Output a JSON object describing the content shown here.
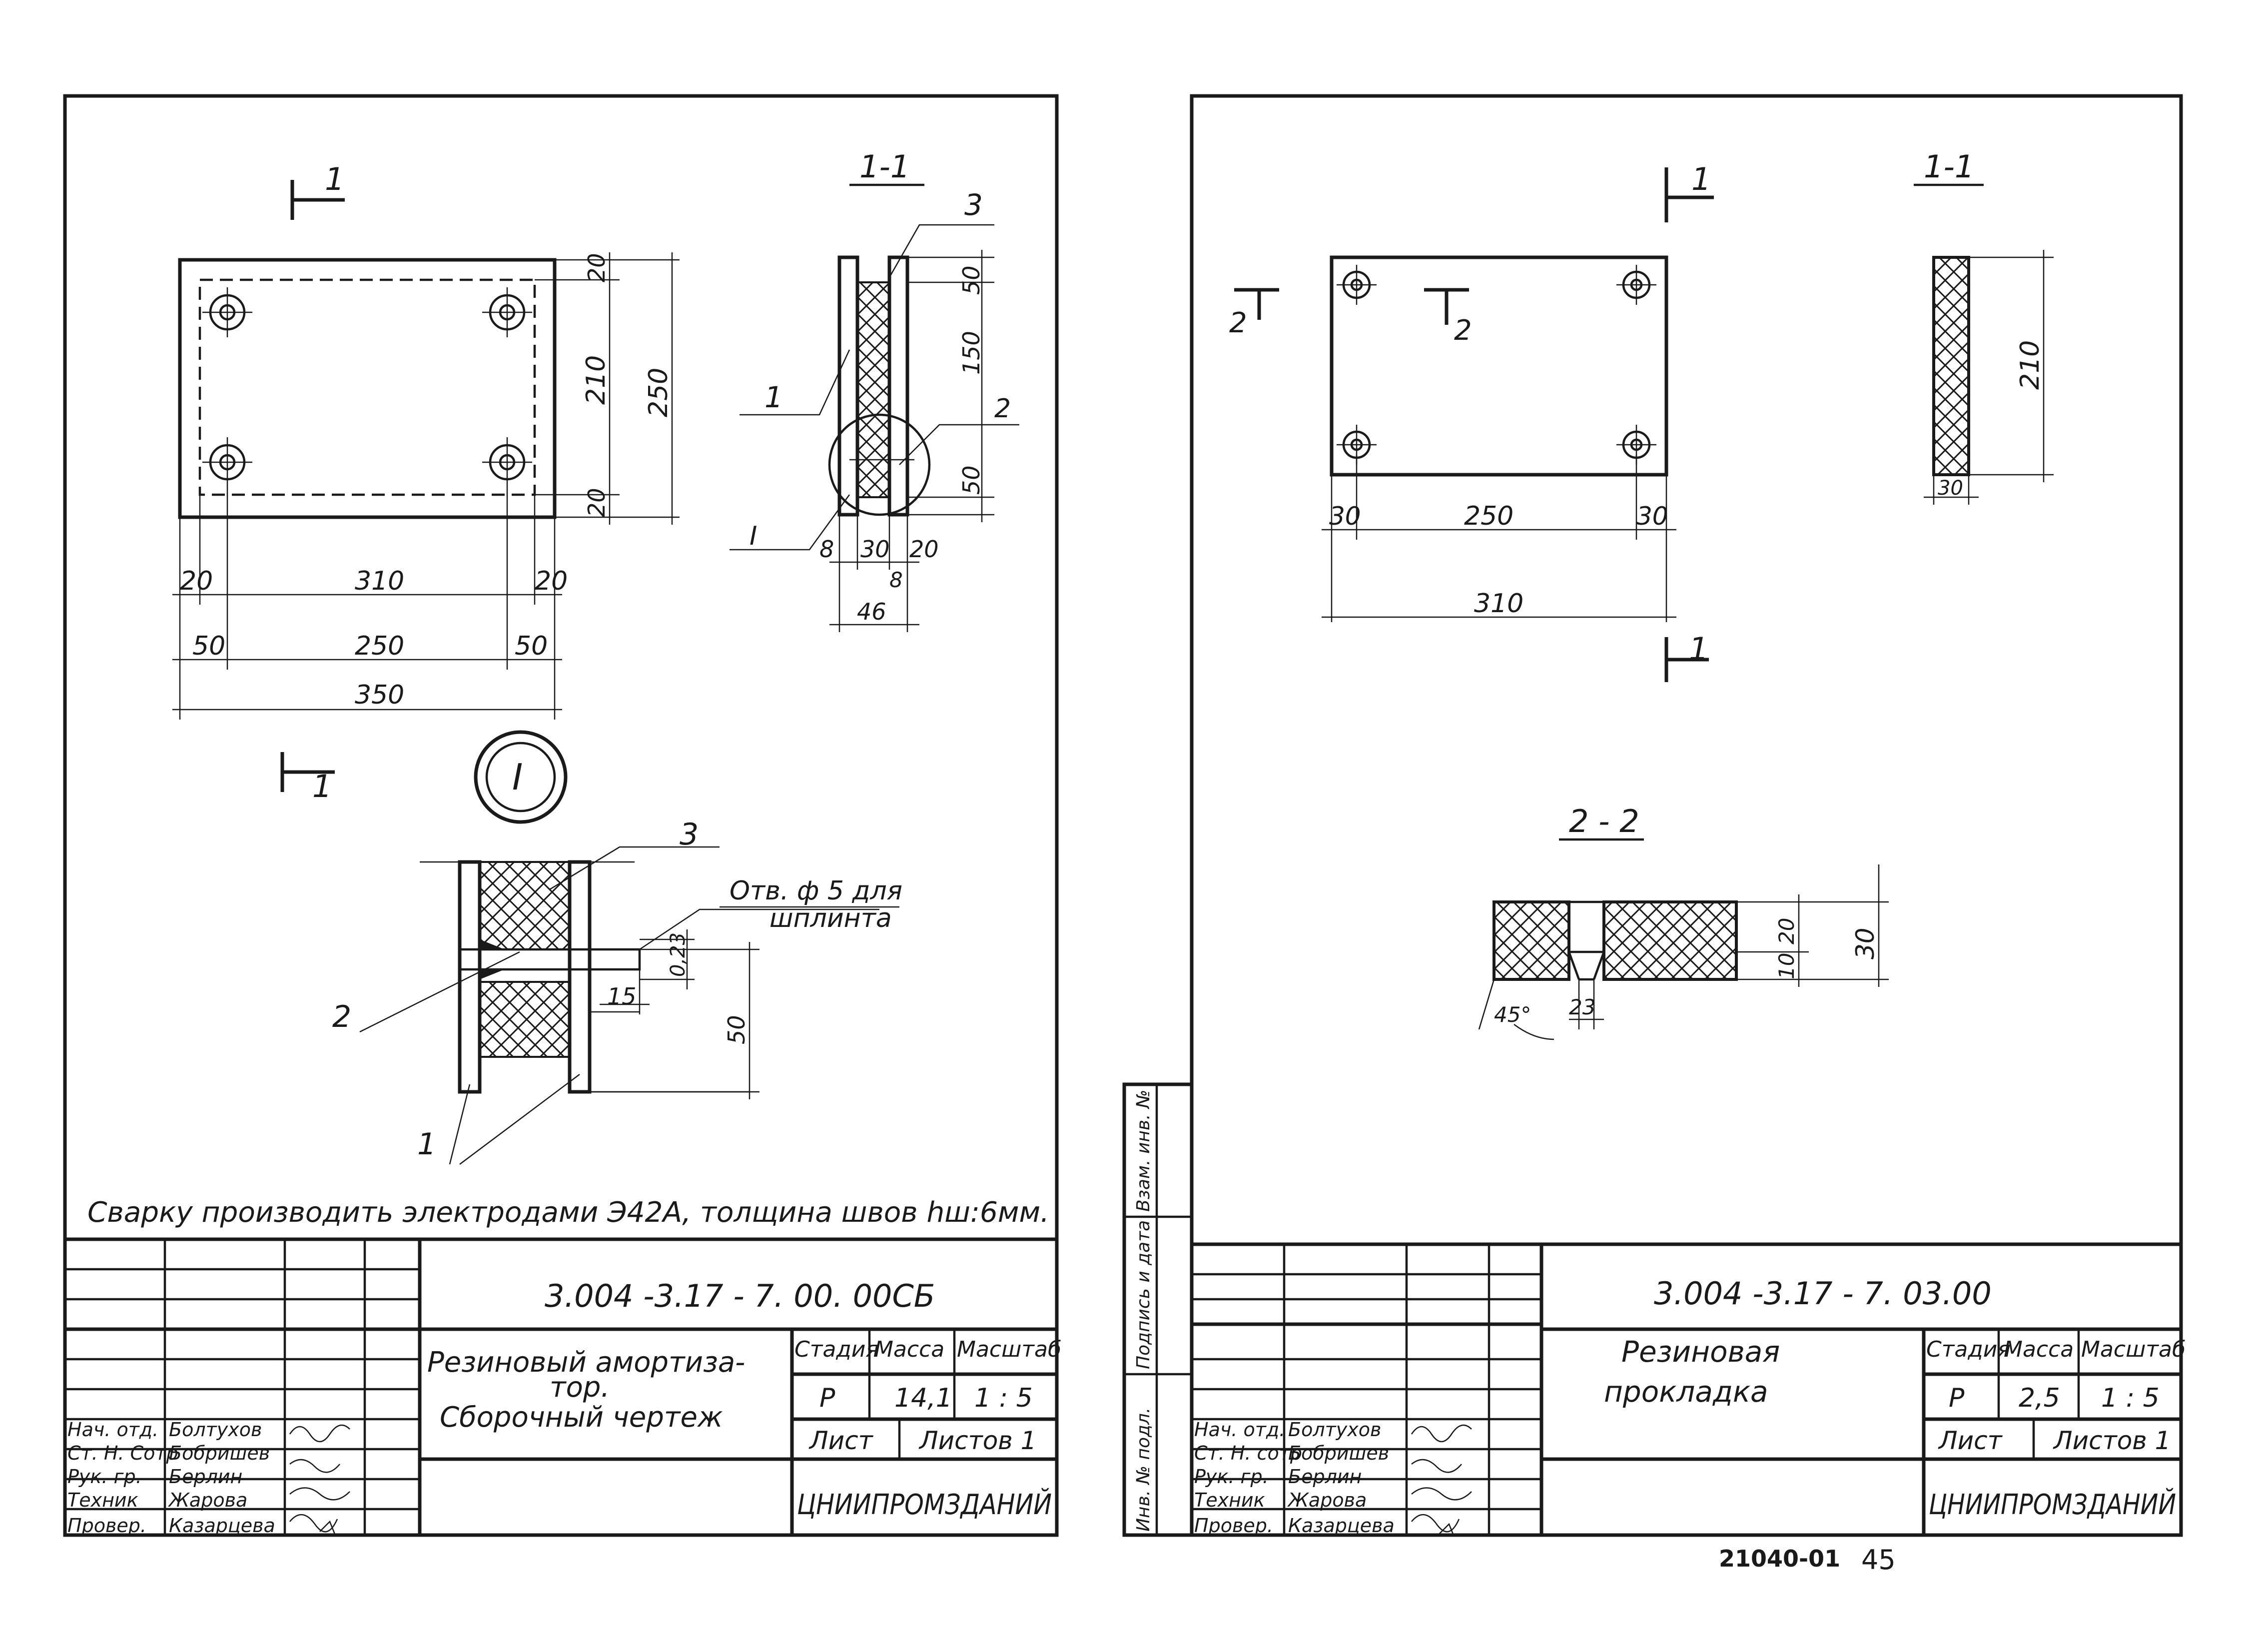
{
  "sheet_left": {
    "plan": {
      "section_mark_top": "1",
      "section_mark_bottom": "1",
      "dims": {
        "d20_left": "20",
        "d310": "310",
        "d20_right": "20",
        "d50_left": "50",
        "d250": "250",
        "d50_right": "50",
        "d350": "350",
        "v20_top": "20",
        "v210": "210",
        "v20_bottom": "20",
        "v250": "250"
      }
    },
    "section": {
      "title": "1-1",
      "labels": {
        "l1": "1",
        "l2": "2",
        "l3": "3",
        "detail": "I"
      },
      "dims": {
        "v50_top": "50",
        "v150": "150",
        "v50_bottom": "50",
        "h8": "8",
        "h30": "30",
        "h20": "20",
        "h8b": "8",
        "h46": "46"
      }
    },
    "detail": {
      "marker": "I",
      "labels": {
        "l1": "1",
        "l2": "2",
        "l3": "3"
      },
      "note_line1": "Отв. ф 5 для",
      "note_line2": "шплинта",
      "dims": {
        "d023": "0,23",
        "d15": "15",
        "d50": "50"
      }
    },
    "welding_note": "Сварку   производить  электродами  Э42А, толщина швов hш:6мм.",
    "title_block": {
      "doc_number": "3.004 -3.17 -  7. 00. 00СБ",
      "title_line1": "Резиновый  амортиза-",
      "title_line2": "тор.",
      "title_line3": "Сборочный  чертеж",
      "h_stage": "Стадия",
      "h_mass": "Масса",
      "h_scale": "Масштаб",
      "stage": "Р",
      "mass": "14,1",
      "scale": "1 : 5",
      "sheet": "Лист",
      "sheets": "Листов 1",
      "org": "ЦНИИПРОМЗДАНИЙ",
      "roles": [
        "Нач. отд.",
        "Ст. Н. Сотр",
        "Рук. гр.",
        "Техник",
        "Провер."
      ],
      "names": [
        "Болтухов",
        "Бобришев",
        "Берлин",
        "Жарова",
        "Казарцева"
      ]
    }
  },
  "sheet_right": {
    "plan": {
      "mark_top": "1",
      "mark_bottom": "1",
      "mark_2_left": "2",
      "mark_2_right": "2",
      "dims": {
        "d30_left": "30",
        "d250": "250",
        "d30_right": "30",
        "d310": "310"
      }
    },
    "section_11": {
      "title": "1-1",
      "dims": {
        "v210": "210",
        "h30": "30"
      }
    },
    "section_22": {
      "title": "2 - 2",
      "dims": {
        "d10": "10",
        "d20": "20",
        "d30": "30",
        "d45": "45°",
        "d23": "23"
      }
    },
    "side_stamp": [
      "Инв. № подл.",
      "Подпись и дата",
      "Взам. инв. №"
    ],
    "title_block": {
      "doc_number": "3.004 -3.17 -  7. 03.00",
      "title_line1": "Резиновая",
      "title_line2": "прокладка",
      "h_stage": "Стадия",
      "h_mass": "Масса",
      "h_scale": "Масштаб",
      "stage": "Р",
      "mass": "2,5",
      "scale": "1 : 5",
      "sheet": "Лист",
      "sheets": "Листов 1",
      "org": "ЦНИИПРОМЗДАНИЙ",
      "roles": [
        "Нач. отд.",
        "Ст. Н. сотр",
        "Рук. гр.",
        "Техник",
        "Провер."
      ],
      "names": [
        "Болтухов",
        "Бобришев",
        "Берлин",
        "Жарова",
        "Казарцева"
      ]
    }
  },
  "footer": {
    "code": "21040-01",
    "page": "45"
  }
}
